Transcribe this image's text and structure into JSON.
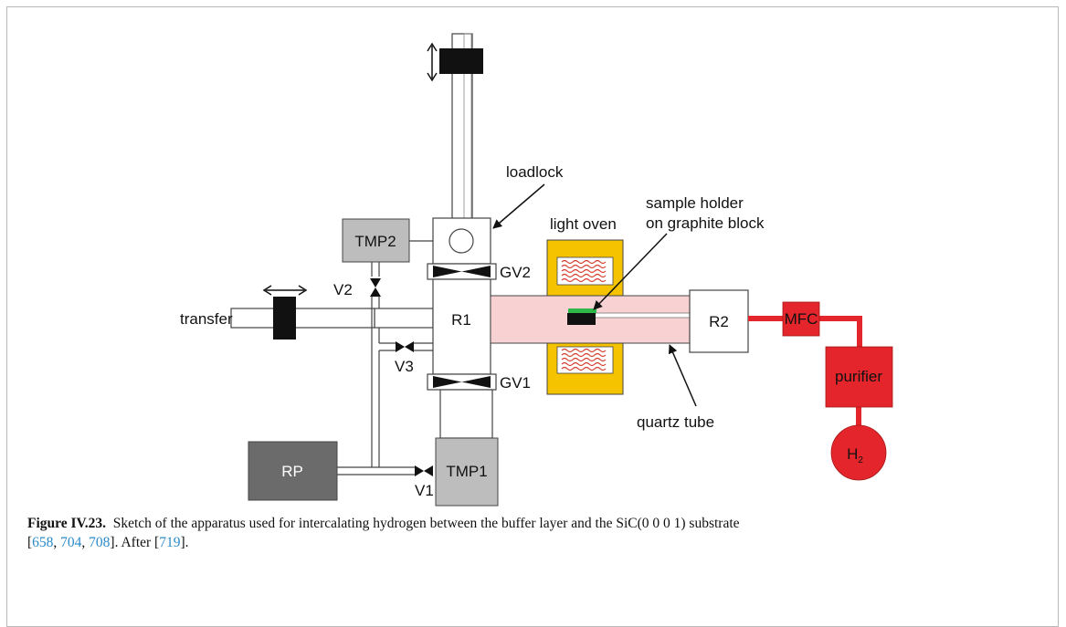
{
  "labels": {
    "loadlock": "loadlock",
    "light_oven": "light oven",
    "sample_holder_line1": "sample holder",
    "sample_holder_line2": "on graphite block",
    "tmp2": "TMP2",
    "gv2": "GV2",
    "v2": "V2",
    "transfer": "transfer",
    "r1": "R1",
    "r2": "R2",
    "mfc": "MFC",
    "purifier": "purifier",
    "v3": "V3",
    "gv1": "GV1",
    "quartz_tube": "quartz tube",
    "h2": "H",
    "h2_sub": "2",
    "rp": "RP",
    "v1": "V1",
    "tmp1": "TMP1"
  },
  "colors": {
    "pump_light": "#bdbdbd",
    "pump_dark": "#6b6b6b",
    "oven": "#f5c300",
    "heater_coil": "#d43a2a",
    "quartz": "#f8d2d2",
    "gas_red": "#e4252b",
    "sample_green": "#2eb84a"
  },
  "caption": {
    "figure": "Figure IV.23.",
    "text": "Sketch of the apparatus used for intercalating hydrogen between the buffer layer and the SiC(0 0 0 1) substrate",
    "bracket_open": "[",
    "ref1": "658",
    "sep1": ", ",
    "ref2": "704",
    "sep2": ", ",
    "ref3": "708",
    "mid": "]. After [",
    "ref4": "719",
    "end": "]."
  }
}
